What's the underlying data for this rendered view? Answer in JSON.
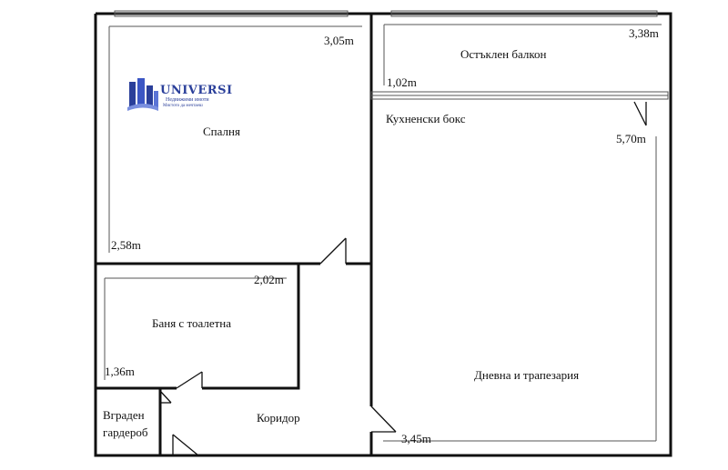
{
  "rooms": {
    "bedroom": "Спалня",
    "balcony": "Остъклен балкон",
    "kitchen": "Кухненски бокс",
    "bathroom": "Баня с тоалетна",
    "wardrobe_line1": "Вграден",
    "wardrobe_line2": "гардероб",
    "corridor": "Коридор",
    "living": "Дневна и трапезария"
  },
  "dimensions": {
    "bedroom_width": "3,05m",
    "bedroom_depth": "2,58m",
    "balcony_width": "3,38m",
    "balcony_depth": "1,02m",
    "living_depth": "5,70m",
    "living_width": "3,45m",
    "bathroom_width": "2,02m",
    "bathroom_depth": "1,36m"
  },
  "logo": {
    "brand": "UNIVERSI",
    "tagline1": "Недвижими имоти",
    "tagline2": "Мястото да мечтаеш"
  },
  "colors": {
    "wall": "#111111",
    "logo_blue": "#2a3f9a"
  }
}
